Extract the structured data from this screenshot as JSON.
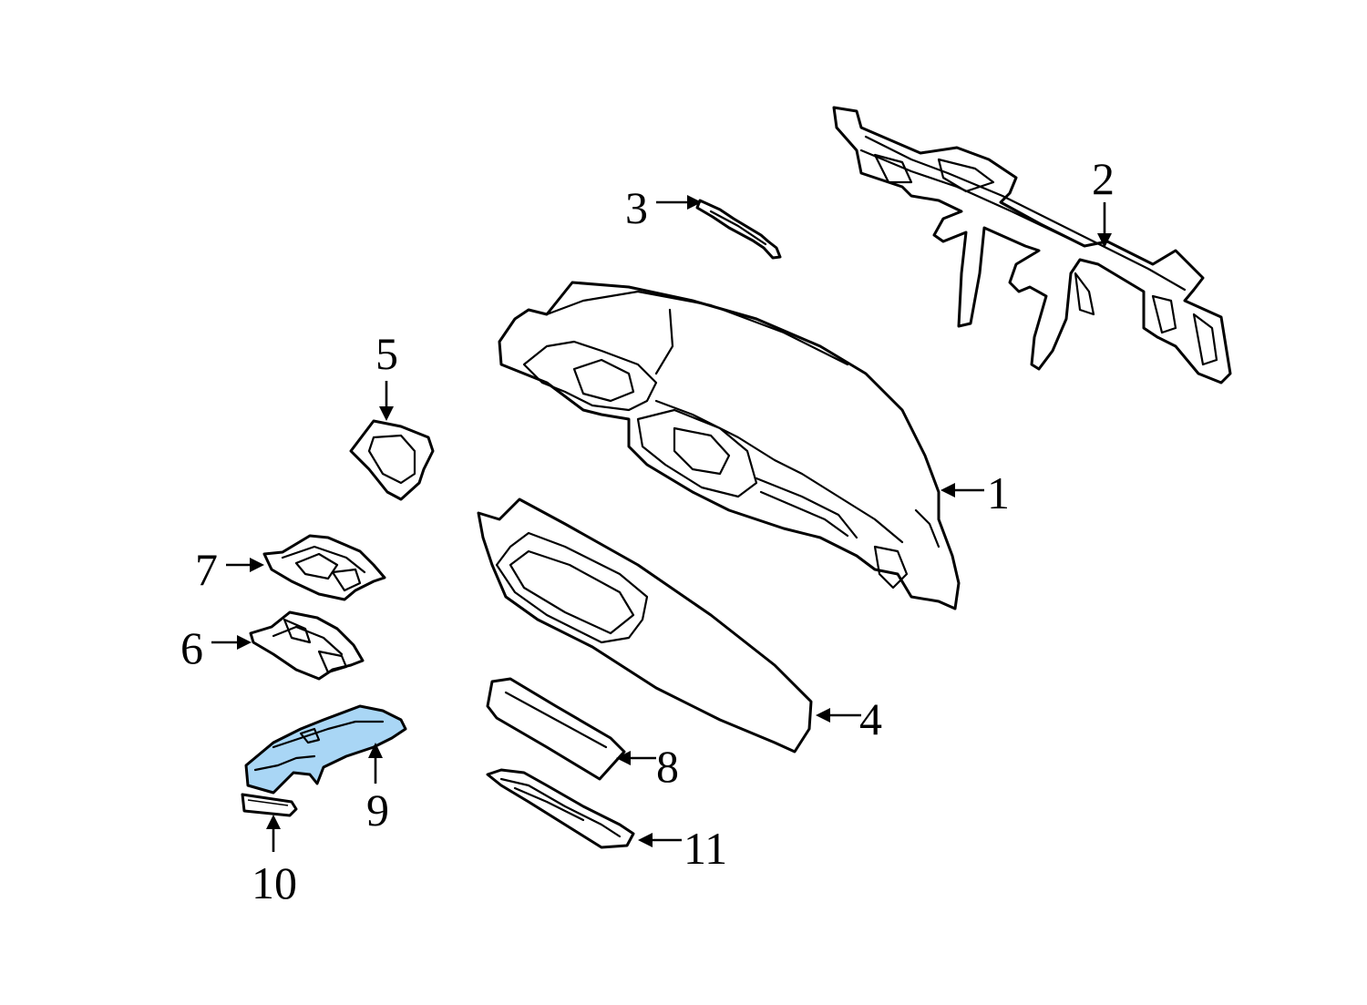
{
  "highlight_color": "#a9d6f5",
  "line_color": "#000000",
  "background_color": "#ffffff",
  "callouts": {
    "c1": "1",
    "c2": "2",
    "c3": "3",
    "c4": "4",
    "c5": "5",
    "c6": "6",
    "c7": "7",
    "c8": "8",
    "c9": "9",
    "c10": "10",
    "c11": "11"
  },
  "highlighted_parts": [
    "9"
  ]
}
